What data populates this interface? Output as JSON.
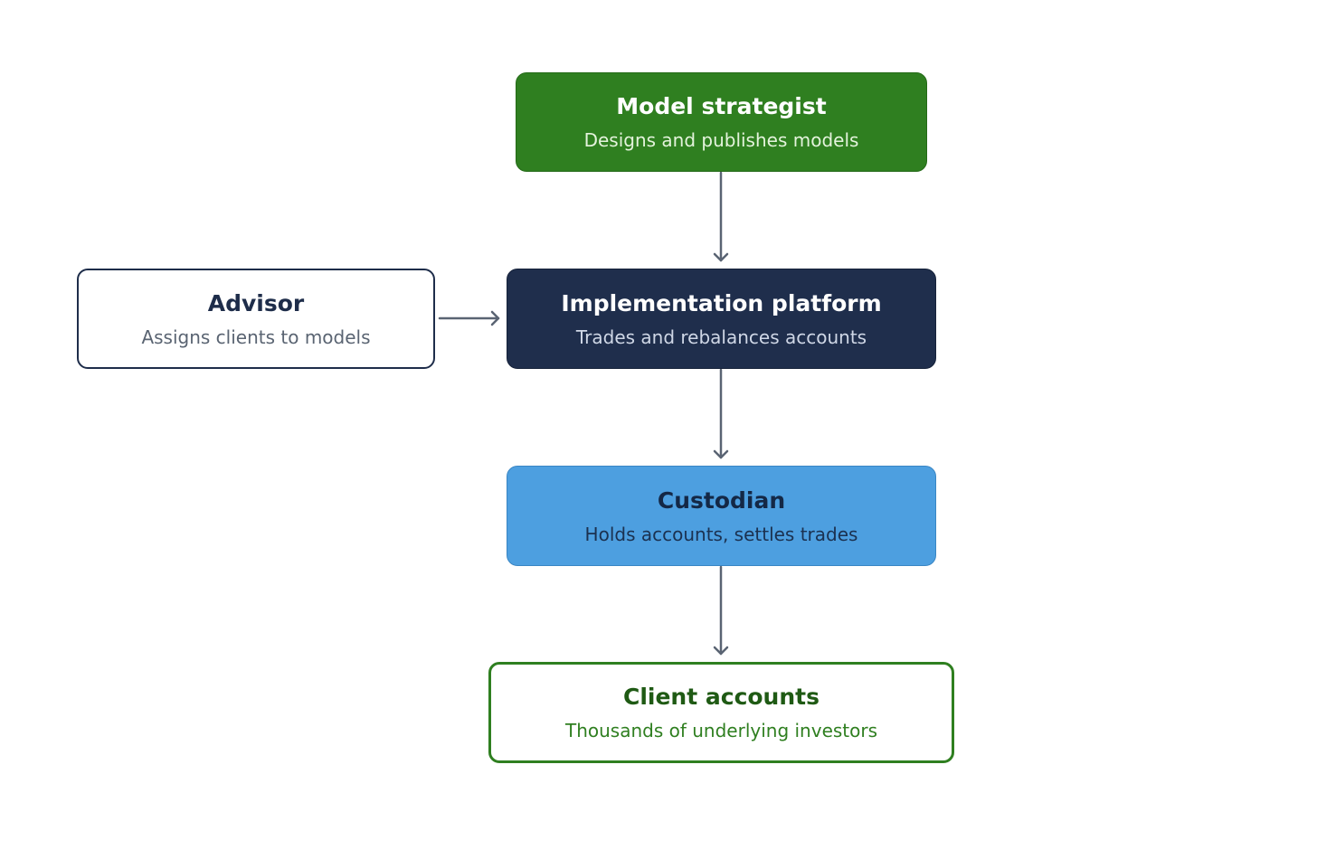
{
  "nodes": {
    "strategist": {
      "title": "Model strategist",
      "subtitle": "Designs and publishes models"
    },
    "advisor": {
      "title": "Advisor",
      "subtitle": "Assigns clients to models"
    },
    "platform": {
      "title": "Implementation platform",
      "subtitle": "Trades and rebalances accounts"
    },
    "custodian": {
      "title": "Custodian",
      "subtitle": "Holds accounts, settles trades"
    },
    "clients": {
      "title": "Client accounts",
      "subtitle": "Thousands of underlying investors"
    }
  },
  "colors": {
    "strategist_fill": "#2f7f20",
    "platform_fill": "#1f2e4c",
    "custodian_fill": "#4d9fe0",
    "clients_border": "#2f7f20",
    "advisor_border": "#1e2d4a",
    "arrow": "#5a6473"
  },
  "edges": [
    {
      "from": "strategist",
      "to": "platform"
    },
    {
      "from": "advisor",
      "to": "platform"
    },
    {
      "from": "platform",
      "to": "custodian"
    },
    {
      "from": "custodian",
      "to": "clients"
    }
  ]
}
